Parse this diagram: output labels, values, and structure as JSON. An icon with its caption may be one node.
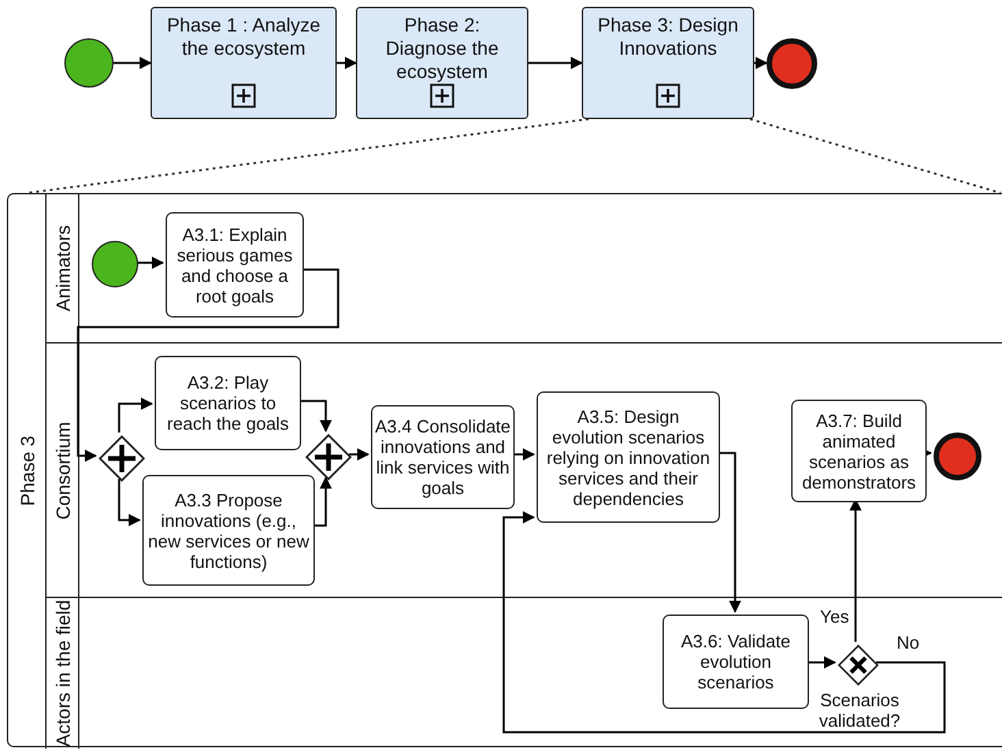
{
  "diagram": {
    "nodes": [
      {
        "text": [],
        "shape": "circle"
      },
      {
        "text": [
          "Phase 1 : Analyze the ecosystem"
        ]
      },
      {
        "text": [
          "Phase 2: Diagnose the ecosystem"
        ]
      },
      {
        "text": [
          "Phase 3: Design Innovations"
        ]
      },
      {
        "text": [],
        "shape": "circle"
      },
      {
        "text": [
          "Phase 3"
        ]
      },
      {
        "text": [
          "Animators"
        ],
        "in": 5
      },
      {
        "text": [
          "Consortium"
        ],
        "in": 5
      },
      {
        "text": [
          "Actors in the field"
        ],
        "in": 5
      },
      {
        "text": [],
        "shape": "circle",
        "in": 6
      },
      {
        "text": [
          "A3.1: Explain serious games and choose a root goals"
        ],
        "in": 6
      },
      {
        "text": [],
        "shape": "diamond",
        "in": 7
      },
      {
        "text": [
          "A3.2: Play scenarios to reach the goals"
        ],
        "in": 7
      },
      {
        "text": [
          "A3.3 Propose innovations (e.g., new services or new functions)"
        ],
        "in": 7
      },
      {
        "text": [],
        "shape": "diamond",
        "in": 7
      },
      {
        "text": [
          "A3.4 Consolidate innovations and link services with goals"
        ],
        "in": 7
      },
      {
        "text": [
          "A3.5: Design evolution scenarios relying on innovation services and their dependencies"
        ],
        "in": 7
      },
      {
        "text": [
          "A3.7: Build animated scenarios as demonstrators"
        ],
        "in": 7
      },
      {
        "text": [],
        "shape": "circle",
        "in": 7
      },
      {
        "text": [
          "A3.6: Validate evolution scenarios"
        ],
        "in": 8
      },
      {
        "text": [],
        "shape": "diamond",
        "in": 8,
        "beside": [
          "Scenarios validated?"
        ]
      }
    ],
    "edges": [
      {
        "from": 0,
        "to": 1,
        "arrow": "to"
      },
      {
        "from": 1,
        "to": 2,
        "arrow": "to"
      },
      {
        "from": 2,
        "to": 3,
        "arrow": "to"
      },
      {
        "from": 3,
        "to": 4,
        "arrow": "to"
      },
      {
        "from": 3,
        "to": 5,
        "arrow": "none",
        "style": "dashed"
      },
      {
        "from": 3,
        "to": 5,
        "arrow": "none",
        "style": "dashed"
      },
      {
        "from": 9,
        "to": 10,
        "arrow": "to"
      },
      {
        "from": 10,
        "to": 11,
        "arrow": "to"
      },
      {
        "from": 11,
        "to": 12,
        "arrow": "to"
      },
      {
        "from": 11,
        "to": 13,
        "arrow": "to"
      },
      {
        "from": 12,
        "to": 14,
        "arrow": "to"
      },
      {
        "from": 13,
        "to": 14,
        "arrow": "to"
      },
      {
        "from": 14,
        "to": 15,
        "arrow": "to"
      },
      {
        "from": 15,
        "to": 16,
        "arrow": "to"
      },
      {
        "from": 16,
        "to": 19,
        "arrow": "to"
      },
      {
        "from": 19,
        "to": 20,
        "arrow": "to"
      },
      {
        "from": 20,
        "to": 17,
        "arrow": "to",
        "label": "Yes"
      },
      {
        "from": 20,
        "to": 16,
        "arrow": "to",
        "label": "No"
      },
      {
        "from": 17,
        "to": 18,
        "arrow": "to"
      }
    ]
  }
}
